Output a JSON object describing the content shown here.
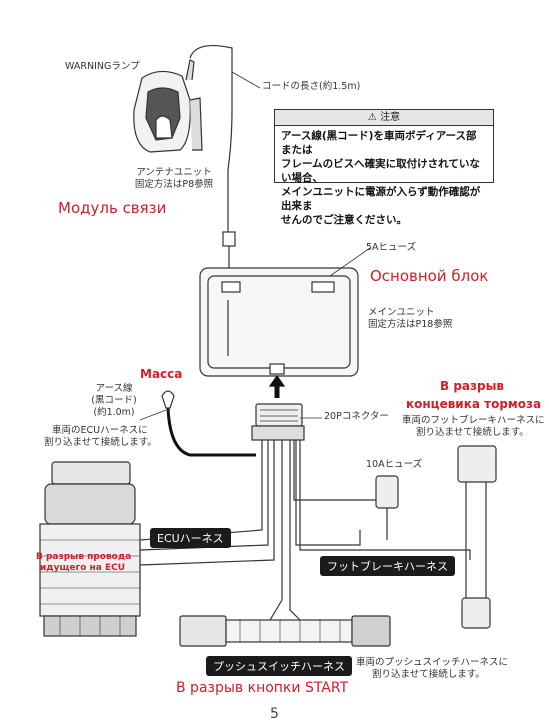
{
  "labels": {
    "warning_lamp": "WARNINGランプ",
    "cord_length": "コードの長さ(約1.5m)",
    "antenna_unit": "アンテナユニット",
    "antenna_mount": "固定方法はP8参照",
    "module_ru": "Модуль связи",
    "fuse_5a": "5Aヒューズ",
    "main_block_ru": "Основной блок",
    "main_unit": "メインユニット",
    "main_mount": "固定方法はP18参照",
    "mass_ru": "Масса",
    "earth_line1": "アース線",
    "earth_line2": "(黒コード)",
    "earth_line3": "(約1.0m)",
    "connector_20p": "20Pコネクター",
    "brake_ru_1": "В разрыв",
    "brake_ru_2": "концевика тормоза",
    "brake_note_1": "車両のフットブレーキハーネスに",
    "brake_note_2": "割り込ませて接続します。",
    "ecu_note_1": "車両のECUハーネスに",
    "ecu_note_2": "割り込ませて接続します。",
    "fuse_10a": "10Aヒューズ",
    "ecu_harness": "ECUハーネス",
    "ecu_ru_1": "В разрыв провода",
    "ecu_ru_2": "идущего на ECU",
    "foot_brake_harness": "フットブレーキハーネス",
    "push_switch_harness": "プッシュスイッチハーネス",
    "push_note_1": "車両のプッシュスイッチハーネスに",
    "push_note_2": "割り込ませて接続します。",
    "start_ru": "В разрыв кнопки START",
    "page_number": "5"
  },
  "warning": {
    "title": "⚠ 注意",
    "text": "アース線(黒コード)を車両ボディアース部または\nフレームのビスへ確実に取付けされていない場合、\nメインユニットに電源が入らず動作確認が出来ま\nせんのでご注意ください。"
  },
  "colors": {
    "annotation_red": "#d0202a",
    "line": "#333333",
    "label_bg": "#1b1b1b"
  }
}
